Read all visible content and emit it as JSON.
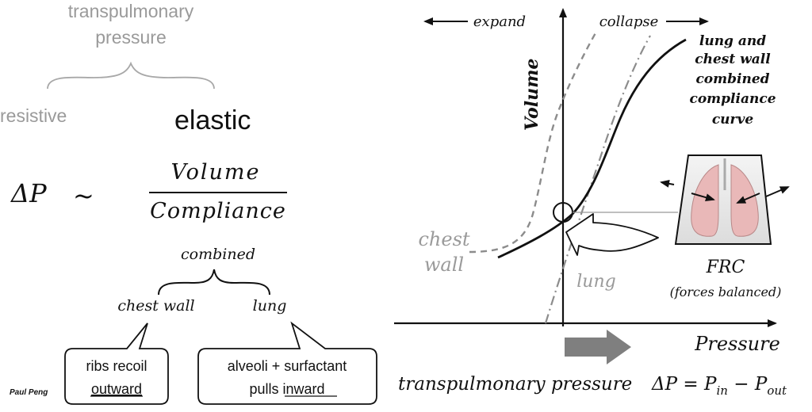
{
  "left": {
    "transpulmonary_line1": "transpulmonary",
    "transpulmonary_line2": "pressure",
    "resistive": "resistive",
    "elastic": "elastic",
    "delta_p": "ΔP",
    "tilde": "~",
    "numerator": "Volume",
    "denominator": "Compliance",
    "combined": "combined",
    "chest_wall": "chest wall",
    "lung": "lung",
    "callout_ribs_line1": "ribs recoil",
    "callout_ribs_line2": "outward",
    "callout_alveoli_line1": "alveoli + surfactant",
    "callout_alveoli_line2_prefix": "pulls ",
    "callout_alveoli_line2_underlined": "inward",
    "author": "Paul Peng"
  },
  "graph": {
    "expand": "expand",
    "collapse": "collapse",
    "volume_axis": "Volume",
    "pressure_axis": "Pressure",
    "combined_label_line1": "lung and",
    "combined_label_line2": "chest wall",
    "combined_label_line3": "combined",
    "combined_label_line4": "compliance",
    "combined_label_line5": "curve",
    "chest_wall_line1": "chest",
    "chest_wall_line2": "wall",
    "lung_label": "lung",
    "frc": "FRC",
    "forces_balanced": "(forces balanced)",
    "transpulmonary_pressure": "transpulmonary pressure",
    "formula": "ΔP = P",
    "formula_sub_in": "in",
    "formula_minus": " − P",
    "formula_sub_out": "out"
  },
  "colors": {
    "gray_text": "#9a9a9a",
    "dark_text": "#111111",
    "arrow_fill": "#7f7f7f",
    "lung_pink": "#e9b8b8"
  }
}
